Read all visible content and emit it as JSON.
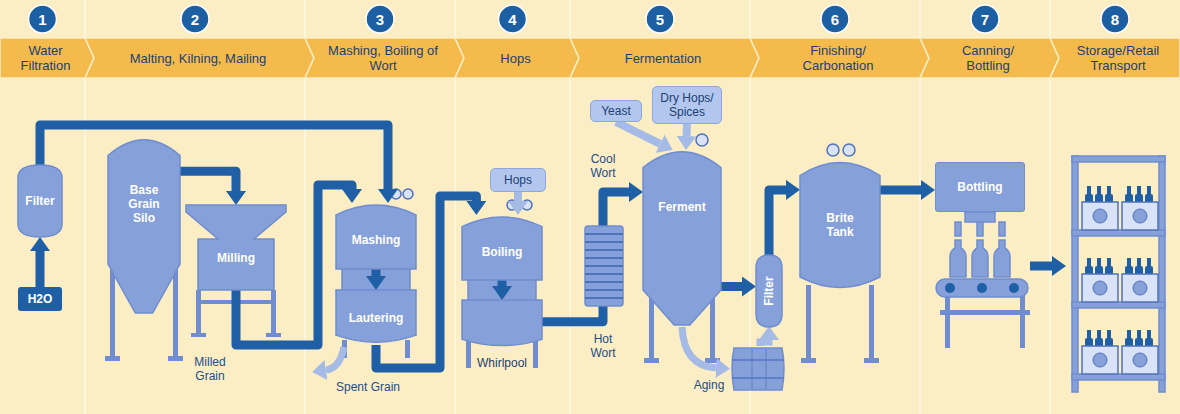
{
  "diagram": {
    "nodes": [
      {
        "text": [
          "Filter"
        ]
      },
      {
        "text": [
          "H2O"
        ]
      },
      {
        "text": [
          "Base Grain Silo"
        ]
      },
      {
        "text": [
          "Milling"
        ]
      },
      {
        "text": [
          "Mashing"
        ]
      },
      {
        "text": [
          "Lautering"
        ]
      },
      {
        "text": [
          "Hops"
        ]
      },
      {
        "text": [
          "Boiling"
        ]
      },
      {
        "text": [
          "Whirlpool"
        ]
      },
      {
        "text": [
          "Yeast"
        ]
      },
      {
        "text": [
          "Dry Hops/ Spices"
        ]
      },
      {
        "text": [
          "Ferment"
        ]
      },
      {
        "text": [
          "Filter"
        ]
      },
      {
        "text": [
          "Brite Tank"
        ]
      },
      {
        "text": [
          "Bottling"
        ]
      }
    ],
    "edges": [
      {
        "from": 1,
        "to": 0,
        "arrow": "to"
      },
      {
        "from": 0,
        "to": 4,
        "arrow": "to"
      },
      {
        "from": 2,
        "to": 3,
        "arrow": "to"
      },
      {
        "from": 3,
        "to": 4,
        "arrow": "to"
      },
      {
        "from": 4,
        "to": 5,
        "arrow": "to"
      },
      {
        "from": 5,
        "to": 7,
        "arrow": "to"
      },
      {
        "from": 6,
        "to": 7,
        "arrow": "to"
      },
      {
        "from": 7,
        "to": 8,
        "arrow": "to"
      },
      {
        "from": 8,
        "to": 11,
        "arrow": "to"
      },
      {
        "from": 9,
        "to": 11,
        "arrow": "to"
      },
      {
        "from": 10,
        "to": 11,
        "arrow": "to"
      },
      {
        "from": 11,
        "to": 12,
        "arrow": "to"
      },
      {
        "from": 12,
        "to": 13,
        "arrow": "to"
      },
      {
        "from": 13,
        "to": 14,
        "arrow": "to"
      }
    ],
    "labels": [
      "1",
      "Water Filtration",
      "2",
      "Malting, Kilning, Mailing",
      "3",
      "Mashing, Boiling of Wort",
      "4",
      "Hops",
      "5",
      "Fermentation",
      "6",
      "Finishing/ Carbonation",
      "7",
      "Canning/ Bottling",
      "8",
      "Storage/Retail Transport",
      "Milled Grain",
      "Spent Grain",
      "Hot Wort",
      "Cool Wort",
      "Aging"
    ]
  }
}
